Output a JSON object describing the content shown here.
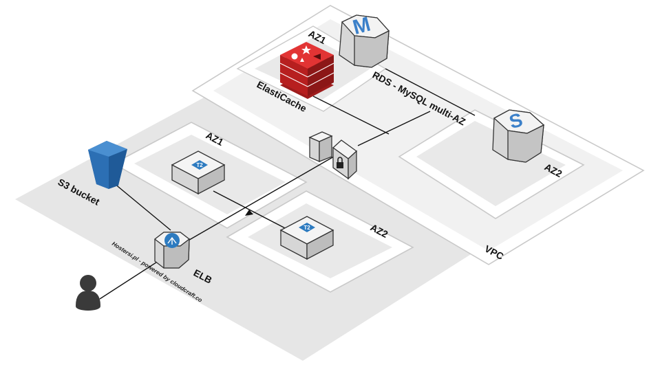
{
  "diagram": {
    "labels": {
      "az1_db": "AZ1",
      "az2_db": "AZ2",
      "elasticache": "ElastiCache",
      "rds": "RDS - MySQL multi-AZ",
      "vpc": "VPC",
      "az1_web": "AZ1",
      "az2_web": "AZ2",
      "s3": "S3 bucket",
      "elb": "ELB",
      "credit": "Hostersi.pl - powered by cloudcraft.co"
    },
    "icons": {
      "rds_primary": "M",
      "rds_standby": "S",
      "ec2_a": "T2",
      "ec2_b": "T2"
    },
    "colors": {
      "elasticache": "#d42a2a",
      "s3": "#2c6fb4",
      "ec2_badge": "#2d7bc0",
      "elb_badge": "#2d7bc0",
      "rds_letter": "#3b80c9"
    }
  }
}
